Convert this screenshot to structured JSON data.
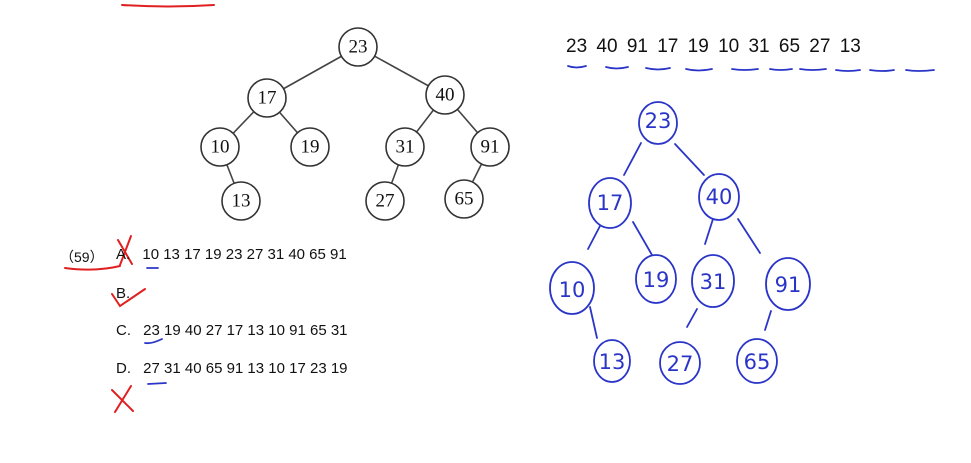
{
  "printed_tree": {
    "nodes": [
      "23",
      "17",
      "40",
      "10",
      "19",
      "31",
      "91",
      "13",
      "27",
      "65"
    ]
  },
  "handwritten_tree": {
    "nodes": [
      "23",
      "17",
      "40",
      "10",
      "19",
      "31",
      "91",
      "13",
      "27",
      "65"
    ]
  },
  "sequence_text": "23 40 91 17 19 10 31 65 27 13",
  "question": {
    "number": "（59）",
    "options": [
      {
        "label": "A.",
        "text": "10 13 17 19 23 27 31 40 65 91"
      },
      {
        "label": "B.",
        "text": ""
      },
      {
        "label": "C.",
        "text": "23 19 40 27 17 13 10 91 65 31"
      },
      {
        "label": "D.",
        "text": "27 31 40 65 91 13 10 17 23 19"
      }
    ]
  },
  "colors": {
    "handwriting": "#2a35c8",
    "marks": "#e02020"
  }
}
